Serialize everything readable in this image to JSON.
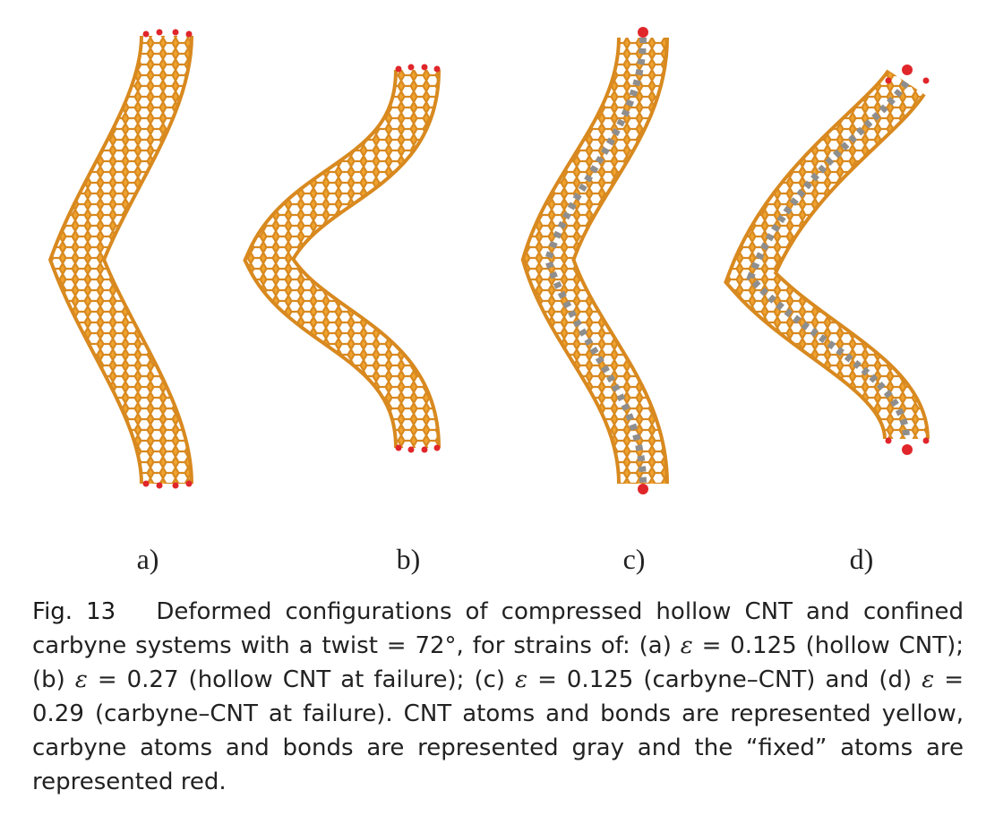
{
  "figure": {
    "colors": {
      "cnt": "#F0A32E",
      "cnt_edge": "#D8891F",
      "carbyne": "#8E8E8E",
      "fixed": "#E0262A"
    },
    "panels": [
      {
        "label": "a)",
        "kind": "hollow CNT"
      },
      {
        "label": "b)",
        "kind": "hollow CNT at failure"
      },
      {
        "label": "c)",
        "kind": "carbyne-CNT"
      },
      {
        "label": "d)",
        "kind": "carbyne-CNT at failure"
      }
    ]
  },
  "caption": {
    "label": "Fig. 13",
    "p1": "Deformed configurations of compressed hollow CNT and confined carbyne systems with a twist = 72°, for strains of: (a) ",
    "eps": "ε",
    "p2": " = 0.125 (hollow CNT); (b) ",
    "p3": " = 0.27 (hollow CNT at failure); (c) ",
    "p4": " = 0.125 (carbyne–CNT) and (d) ",
    "p5": " = 0.29 (carbyne–CNT at failure). CNT atoms and bonds are represented yellow, carbyne atoms and bonds are represented gray and the “fixed” atoms are represented red."
  }
}
